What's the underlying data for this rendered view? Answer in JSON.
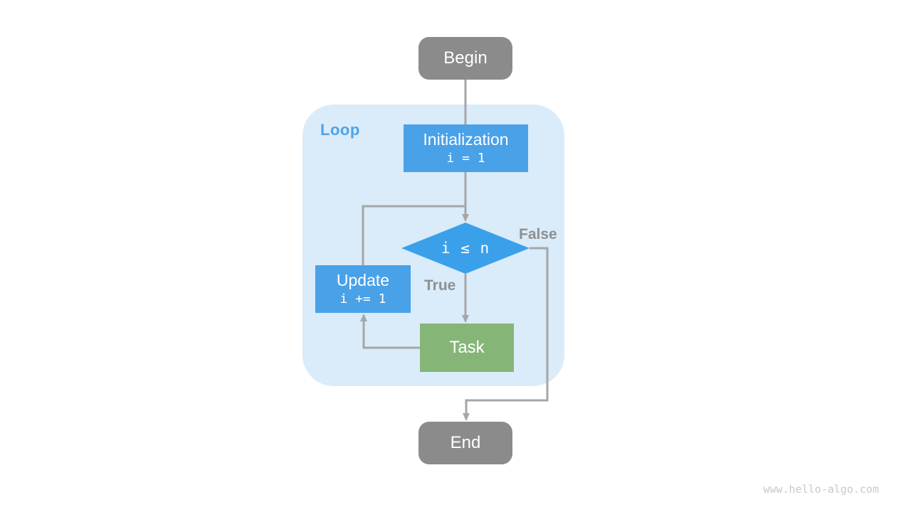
{
  "colors": {
    "loop_bg": "#daebf9",
    "loop_label": "#4da3e8",
    "process_blue": "#49a1e8",
    "decision_blue": "#3ba0ea",
    "task_green": "#85b577",
    "terminal_gray": "#8b8b8b",
    "arrow": "#a6a6a6",
    "edge_label": "#8f8f8f",
    "watermark": "#c9c9c9"
  },
  "flowchart": {
    "loop_label": "Loop",
    "nodes": {
      "begin": {
        "label": "Begin"
      },
      "initialization": {
        "label": "Initialization",
        "code": "i = 1"
      },
      "condition": {
        "label": "i ≤ n"
      },
      "update": {
        "label": "Update",
        "code": "i += 1"
      },
      "task": {
        "label": "Task"
      },
      "end": {
        "label": "End"
      }
    },
    "edge_labels": {
      "true_branch": "True",
      "false_branch": "False"
    }
  },
  "page": {
    "watermark": "www.hello-algo.com"
  }
}
